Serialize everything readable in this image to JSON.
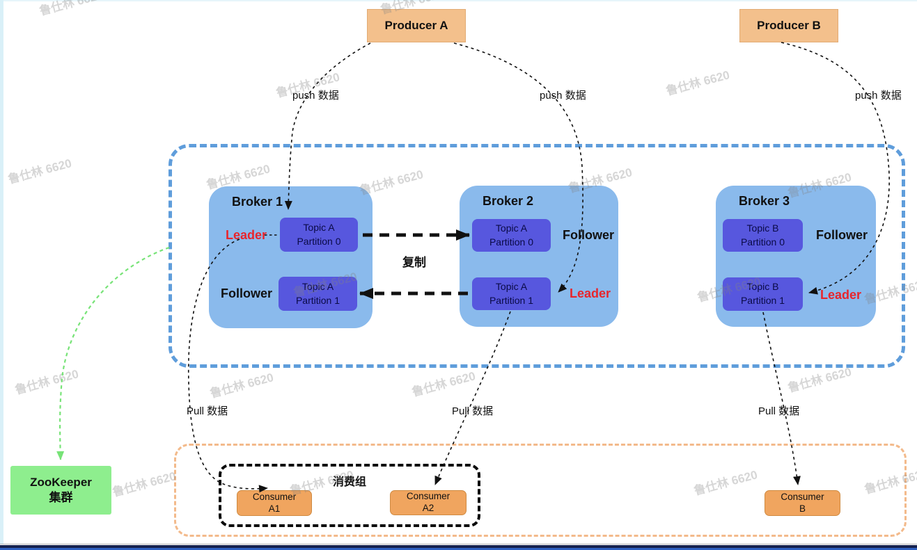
{
  "watermark": "鲁仕林 6620",
  "producers": {
    "a": "Producer A",
    "b": "Producer B"
  },
  "edges": {
    "push_label": "push 数据",
    "pull_label": "Pull 数据",
    "replication_label": "复制"
  },
  "brokers": [
    {
      "title": "Broker 1",
      "p0_line1": "Topic A",
      "p0_line2": "Partition 0",
      "p1_line1": "Topic A",
      "p1_line2": "Partition 1",
      "role_p0": "Leader",
      "role_p1": "Follower"
    },
    {
      "title": "Broker 2",
      "p0_line1": "Topic A",
      "p0_line2": "Partition 0",
      "p1_line1": "Topic A",
      "p1_line2": "Partition 1",
      "role_p0": "Follower",
      "role_p1": "Leader"
    },
    {
      "title": "Broker 3",
      "p0_line1": "Topic B",
      "p0_line2": "Partition 0",
      "p1_line1": "Topic B",
      "p1_line2": "Partition 1",
      "role_p0": "Follower",
      "role_p1": "Leader"
    }
  ],
  "consumer_group": {
    "label": "消费组",
    "consumers": [
      {
        "line1": "Consumer",
        "line2": "A1"
      },
      {
        "line1": "Consumer",
        "line2": "A2"
      }
    ]
  },
  "consumer_b": {
    "line1": "Consumer",
    "line2": "B"
  },
  "zookeeper": {
    "line1": "ZooKeeper",
    "line2": "集群"
  },
  "colors": {
    "broker_fill": "#8abaec",
    "partition_fill": "#5757de",
    "producer_fill": "#f3c08c",
    "consumer_fill": "#f0a55f",
    "zookeeper_fill": "#8eee8e",
    "leader_red": "#e8252c",
    "cluster_border_blue": "#5f9ddb",
    "outer_group_border_orange": "#f3ba8b",
    "consumer_group_border_black": "#0a0a0a",
    "zookeeper_arrow_green": "#77e377"
  }
}
